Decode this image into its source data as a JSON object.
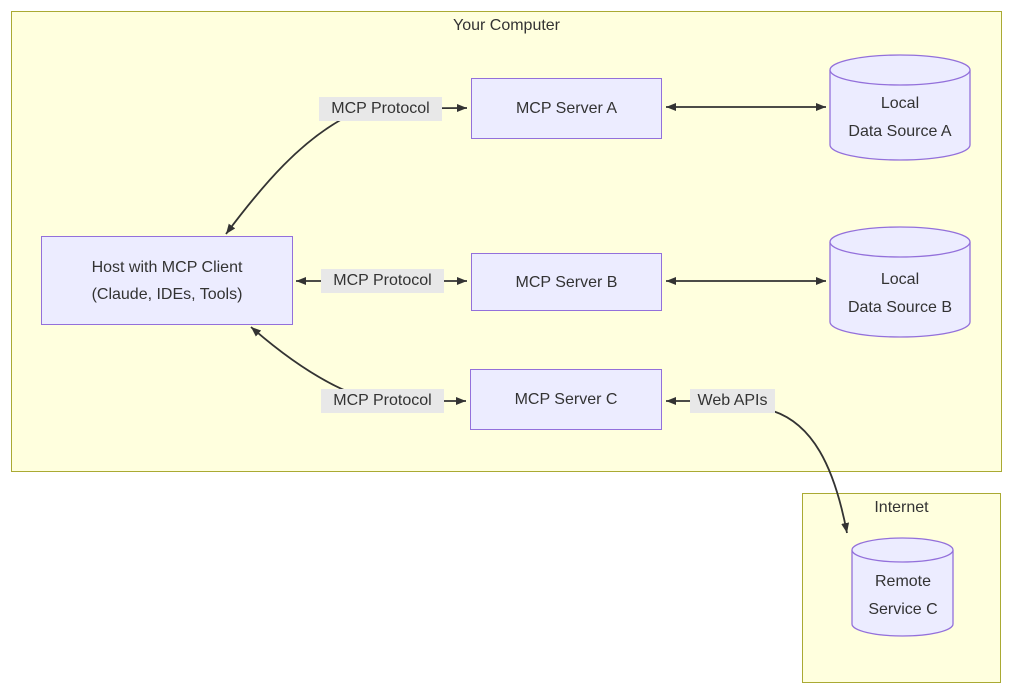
{
  "diagram": {
    "clusters": [
      {
        "id": "your-computer",
        "title": "Your Computer"
      },
      {
        "id": "internet",
        "title": "Internet"
      }
    ],
    "nodes": {
      "host": {
        "line1": "Host with MCP Client",
        "line2": "(Claude, IDEs, Tools)"
      },
      "server_a": {
        "label": "MCP Server A"
      },
      "server_b": {
        "label": "MCP Server B"
      },
      "server_c": {
        "label": "MCP Server C"
      },
      "data_a": {
        "line1": "Local",
        "line2": "Data Source A"
      },
      "data_b": {
        "line1": "Local",
        "line2": "Data Source B"
      },
      "remote_c": {
        "line1": "Remote",
        "line2": "Service C"
      }
    },
    "edge_labels": {
      "mcp_a": "MCP Protocol",
      "mcp_b": "MCP Protocol",
      "mcp_c": "MCP Protocol",
      "web_apis": "Web APIs"
    },
    "colors": {
      "cluster_fill": "#ffffde",
      "cluster_border": "#aaaa33",
      "node_fill": "#ECECFF",
      "node_border": "#9370DB",
      "edge_stroke": "#333333",
      "edge_label_bg": "#e8e8e8",
      "text": "#333333",
      "page_bg": "#ffffff"
    }
  }
}
